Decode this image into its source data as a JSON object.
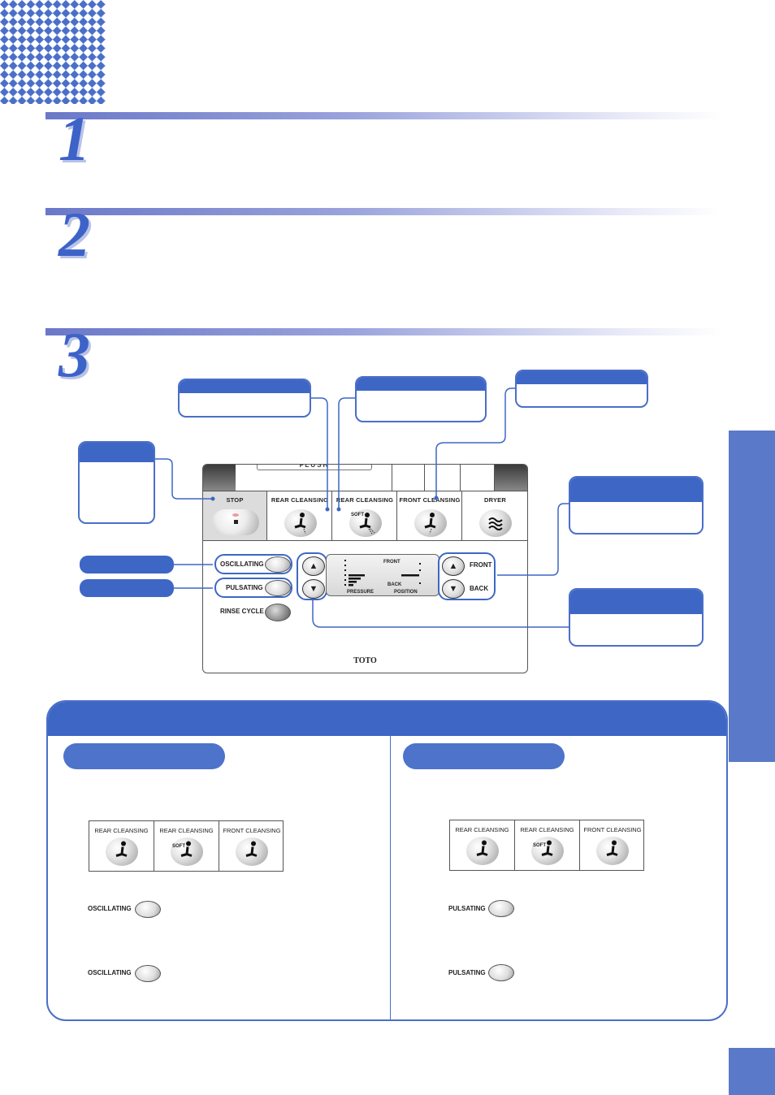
{
  "steps": [
    {
      "number": "1"
    },
    {
      "number": "2"
    },
    {
      "number": "3"
    }
  ],
  "remote": {
    "flush": "FLUSH",
    "buttons": [
      {
        "label": "STOP"
      },
      {
        "label": "REAR CLEANSING"
      },
      {
        "label": "REAR CLEANSING",
        "badge": "SOFT"
      },
      {
        "label": "FRONT CLEANSING"
      },
      {
        "label": "DRYER"
      }
    ],
    "oscillating": "OSCILLATING",
    "pulsating": "PULSATING",
    "rinse_cycle": "RINSE CYCLE",
    "display": {
      "front": "FRONT",
      "back": "BACK",
      "pressure": "PRESSURE",
      "position": "POSITION"
    },
    "front_label": "FRONT",
    "back_label": "BACK",
    "brand": "TOTO"
  },
  "mini_left": {
    "buttons": [
      {
        "label": "REAR CLEANSING"
      },
      {
        "label": "REAR CLEANSING",
        "badge": "SOFT"
      },
      {
        "label": "FRONT CLEANSING"
      }
    ],
    "toggle_label_1": "OSCILLATING",
    "toggle_label_2": "OSCILLATING"
  },
  "mini_right": {
    "buttons": [
      {
        "label": "REAR CLEANSING"
      },
      {
        "label": "REAR CLEANSING",
        "badge": "SOFT"
      },
      {
        "label": "FRONT CLEANSING"
      }
    ],
    "toggle_label_1": "PULSATING",
    "toggle_label_2": "PULSATING"
  },
  "colors": {
    "accent": "#3e66c5",
    "tab": "#5b79c9"
  }
}
